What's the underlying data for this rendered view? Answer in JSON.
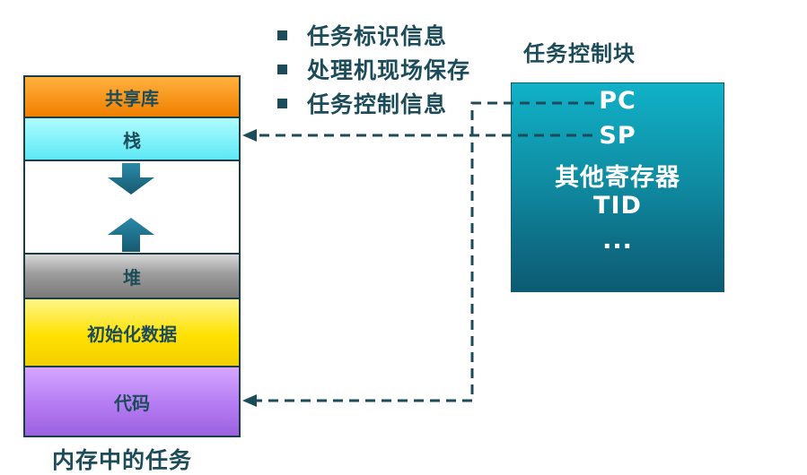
{
  "bullets": [
    "任务标识信息",
    "处理机现场保存",
    "任务控制信息"
  ],
  "tcb": {
    "title": "任务控制块",
    "registers": [
      "PC",
      "SP",
      "其他寄存器",
      "TID",
      "..."
    ]
  },
  "memory": {
    "segments": {
      "shared_lib": "共享库",
      "stack": "栈",
      "heap": "堆",
      "init_data": "初始化数据",
      "code": "代码"
    },
    "caption": "内存中的任务"
  },
  "colors": {
    "text": "#1c4b5a",
    "arrow": "#1f6f8a",
    "connector": "#1c4b5a"
  }
}
